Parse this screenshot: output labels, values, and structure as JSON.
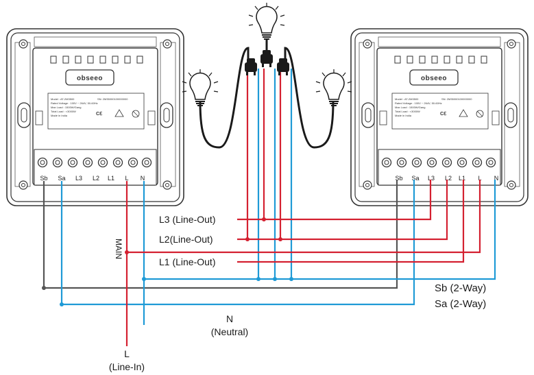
{
  "colors": {
    "red": "#d42030",
    "blue": "#1e9ad6",
    "gray": "#555555",
    "outline": "#333333"
  },
  "switches": [
    {
      "brand": "obseeo",
      "model": "Model : AT-2M3500",
      "rated_voltage": "Rated Voltage : 100V ~ 264V, 50-60Hz",
      "max_load": "Max Load : 1500W/Gang",
      "total_load": "Total Load : <3000W",
      "made_in": "Made in India",
      "serial": "SN: 2M35000100000000",
      "terminals": [
        "Sb",
        "Sa",
        "L3",
        "L2",
        "L1",
        "L",
        "N"
      ]
    },
    {
      "brand": "obseeo",
      "model": "Model : AT-2M3500",
      "rated_voltage": "Rated Voltage : 100V ~ 264V, 50-60Hz",
      "max_load": "Max Load : 1500W/Gang",
      "total_load": "Total Load : <3000W",
      "made_in": "Made in India",
      "serial": "SN: 2M35000100000000",
      "terminals": [
        "Sb",
        "Sa",
        "L3",
        "L2",
        "L1",
        "L",
        "N"
      ]
    }
  ],
  "labels": {
    "l3_out": "L3 (Line-Out)",
    "l2_out": "L2(Line-Out)",
    "l1_out": "L1 (Line-Out)",
    "main": "MAIN",
    "sb": "Sb (2-Way)",
    "sa": "Sa (2-Way)",
    "n": "N",
    "neutral": "(Neutral)",
    "l": "L",
    "line_in": "(Line-In)"
  },
  "icons": {
    "bulb": "light-bulb-icon",
    "pendant": "pendant-lamp-icon",
    "ce": "ce-mark-icon",
    "warning": "warning-triangle-icon",
    "recycle": "weee-bin-icon"
  }
}
